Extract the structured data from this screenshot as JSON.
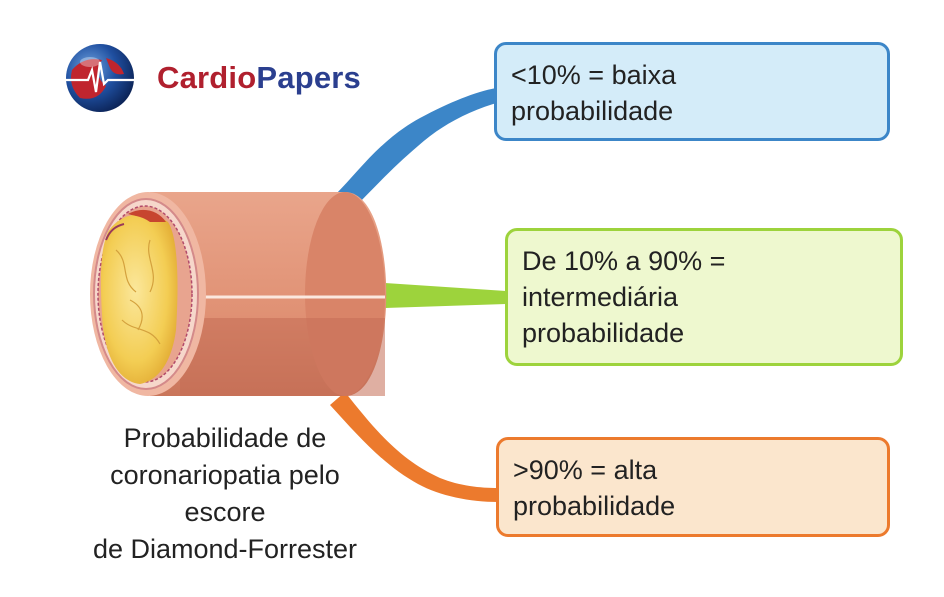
{
  "logo": {
    "part1": "Cardio",
    "part2": "Papers",
    "icon": "globe-ecg-icon"
  },
  "boxes": {
    "low": {
      "line1": "<10% = baixa",
      "line2": "probabilidade"
    },
    "mid": {
      "line1": "De 10% a 90% =",
      "line2": "intermediária",
      "line3": "probabilidade"
    },
    "high": {
      "line1": ">90% = alta",
      "line2": "probabilidade"
    }
  },
  "caption": {
    "line1": "Probabilidade de",
    "line2": "coronariopatia pelo",
    "line3": "escore",
    "line4": "de Diamond-Forrester"
  },
  "colors": {
    "low": "#3c86c8",
    "mid": "#9dd33c",
    "high": "#ec7a2d",
    "vessel": "#e49b7f"
  }
}
